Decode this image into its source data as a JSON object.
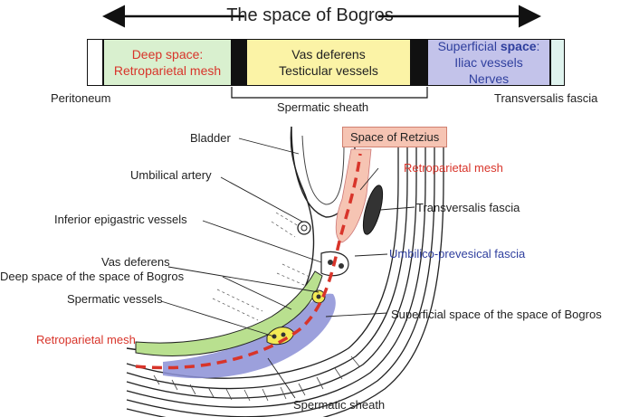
{
  "header": {
    "title": "The space of Bogros"
  },
  "bar": {
    "deep_line1": "Deep space:",
    "deep_line2": "Retroparietal mesh",
    "vas_line1": "Vas deferens",
    "vas_line2": "Testicular vessels",
    "sup_line1_normal": "Superficial ",
    "sup_line1_bold": "space",
    "sup_line1_colon": ":",
    "sup_line2": "Iliac vessels",
    "sup_line3": "Nerves"
  },
  "bar_labels": {
    "peritoneum": "Peritoneum",
    "spermatic_sheath": "Spermatic sheath",
    "transversalis": "Transversalis fascia"
  },
  "anatomy_labels": {
    "bladder": "Bladder",
    "space_of_retzius": "Space of Retzius",
    "retroparietal_mesh_top": "Retroparietal mesh",
    "umbilical_artery": "Umbilical artery",
    "transversalis_fascia": "Transversalis fascia",
    "inferior_epigastric": "Inferior epigastric vessels",
    "umbilico_prevesical": "Umbilico-prevesical fascia",
    "vas_deferens": "Vas deferens",
    "deep_space": "Deep space of the space of Bogros",
    "spermatic_vessels": "Spermatic vessels",
    "superficial_space": "Superficial space of the space of Bogros",
    "retroparietal_mesh_left": "Retroparietal mesh",
    "spermatic_sheath": "Spermatic sheath"
  },
  "colors": {
    "peritoneum": "#ffffff",
    "deep_space": "#d9f0cf",
    "vas_space": "#fbf3a6",
    "sheath": "#111111",
    "superficial_space": "#c3c3ea",
    "transversalis": "#dff3ee",
    "retzius": "#f6c4b3",
    "mesh": "#d8342a",
    "green_region": "#b9e08f",
    "blue_region": "#8b8fd6"
  }
}
